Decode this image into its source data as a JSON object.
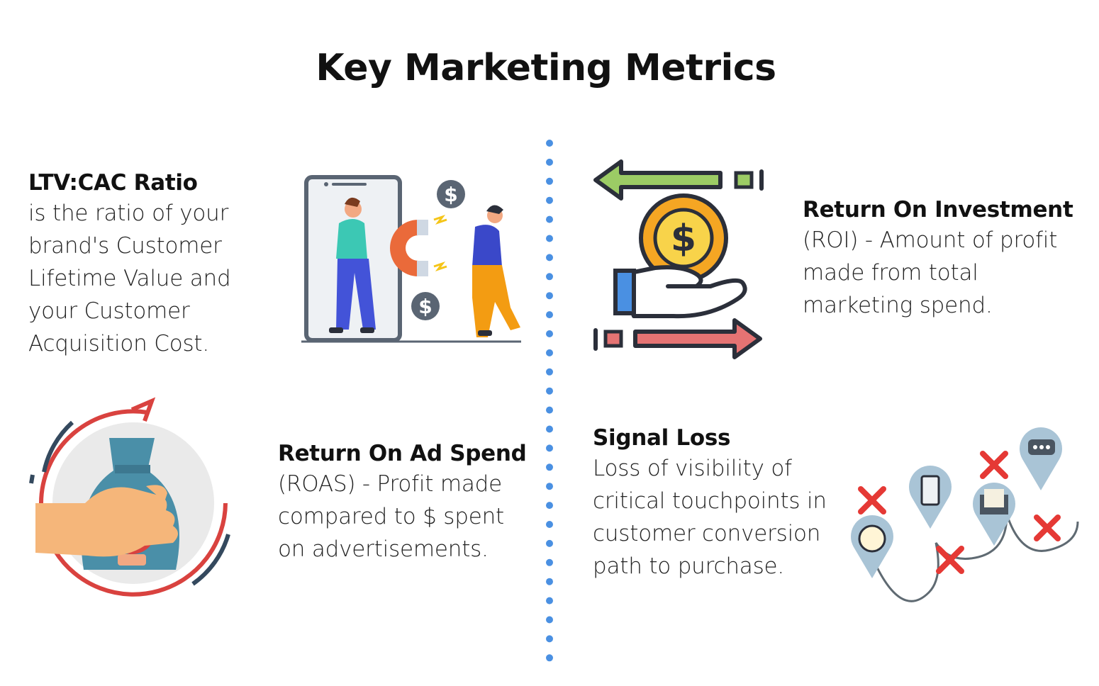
{
  "title": "Key Marketing Metrics",
  "metrics": [
    {
      "heading": "LTV:CAC Ratio",
      "lines": [
        "is the ratio of your",
        "brand's Customer",
        "Lifetime Value and",
        "your Customer",
        "Acquisition Cost."
      ]
    },
    {
      "heading": "Return On Investment",
      "lines": [
        "(ROI) - Amount of profit",
        "made from total",
        "marketing spend."
      ]
    },
    {
      "heading": "Return On Ad Spend",
      "lines": [
        "(ROAS) - Profit made",
        "compared to $ spent",
        "on advertisements."
      ]
    },
    {
      "heading": "Signal Loss",
      "lines": [
        "Loss of visibility of",
        "critical touchpoints in",
        "customer conversion",
        "path to purchase."
      ]
    }
  ],
  "icons": {
    "ltv": "magnet-attracting-customer-icon",
    "roi": "hand-holding-coin-icon",
    "roas": "money-bag-in-hand-icon",
    "signal": "broken-touchpoint-path-icon"
  },
  "coin_symbol": "$",
  "colors": {
    "divider_dots": "#4a90e2",
    "arrow_green": "#9ccc65",
    "arrow_red": "#e57373",
    "coin_gold": "#f5a623",
    "bag_teal": "#4a8fa8",
    "pin_blue": "#a9c4d6",
    "cross_red": "#e53935"
  }
}
